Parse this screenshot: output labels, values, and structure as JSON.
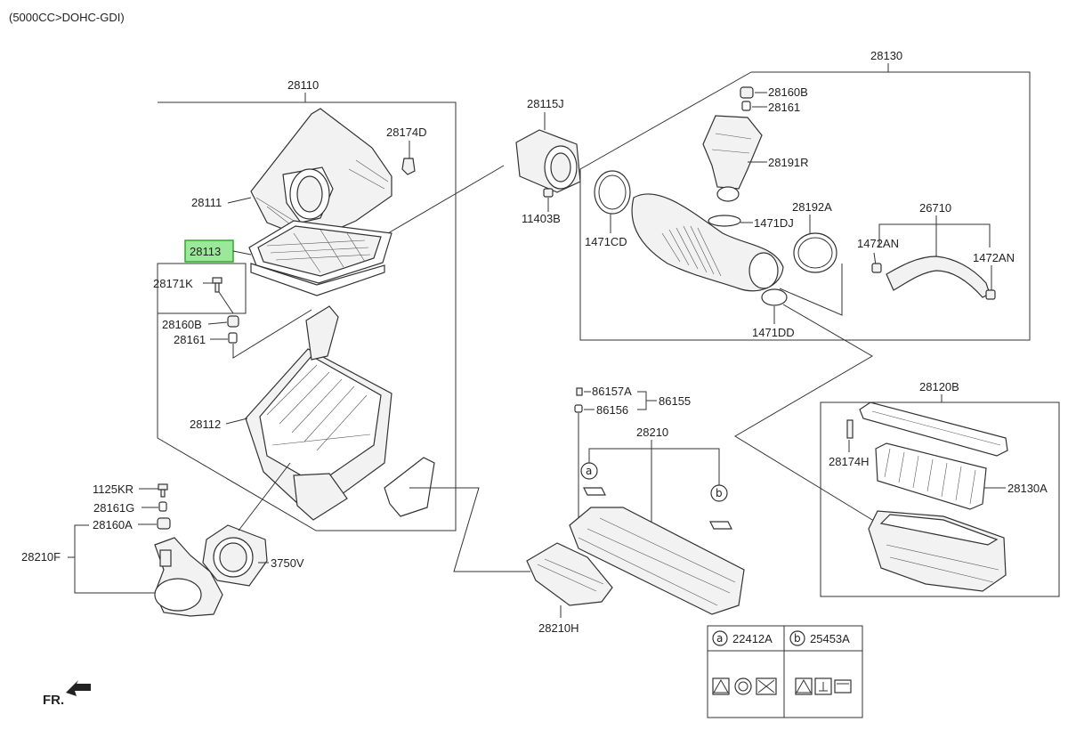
{
  "header": {
    "title": "(5000CC>DOHC-GDI)"
  },
  "direction": {
    "label": "FR."
  },
  "groups": {
    "air_cleaner": "28110",
    "duct_assembly": "28130",
    "alt_cleaner": "28120B",
    "bracket_group": "28210"
  },
  "labels": {
    "p28111": "28111",
    "p28113": "28113",
    "p28174D": "28174D",
    "p28171K": "28171K",
    "p28160B_left": "28160B",
    "p28161_left": "28161",
    "p28112": "28112",
    "p28115J": "28115J",
    "p11403B": "11403B",
    "p28160B_right": "28160B",
    "p28161_right": "28161",
    "p28191R": "28191R",
    "p1471CD": "1471CD",
    "p1471DJ": "1471DJ",
    "p28192A": "28192A",
    "p26710": "26710",
    "p1472AN_left": "1472AN",
    "p1472AN_right": "1472AN",
    "p1471DD": "1471DD",
    "p86157A": "86157A",
    "p86155": "86155",
    "p86156": "86156",
    "p1125KR": "1125KR",
    "p28161G": "28161G",
    "p28160A": "28160A",
    "p28210F": "28210F",
    "p3750V": "3750V",
    "p28210H": "28210H",
    "p28174H": "28174H",
    "p28130A": "28130A"
  },
  "callouts": {
    "a": "a",
    "b": "b"
  },
  "legend": {
    "a": {
      "letter": "a",
      "code": "22412A"
    },
    "b": {
      "letter": "b",
      "code": "25453A"
    }
  },
  "highlight_color": "#9be89b"
}
